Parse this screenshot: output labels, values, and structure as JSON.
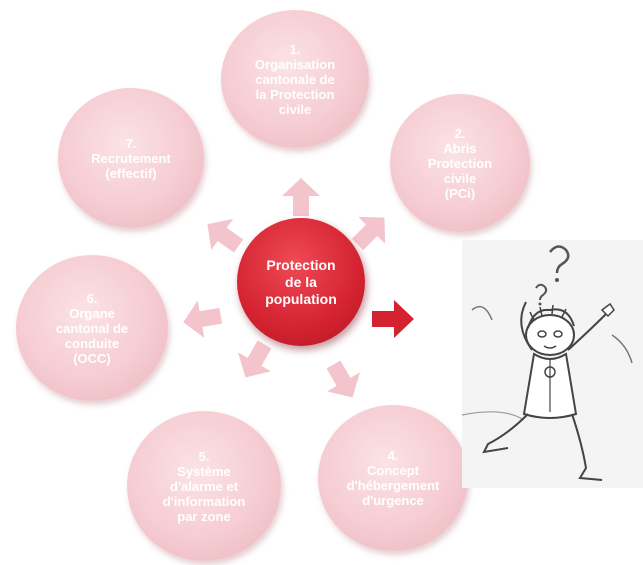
{
  "hub": {
    "label": "Protection\nde la\npopulation",
    "color": "#d42231"
  },
  "petals": [
    {
      "label": "1.\nOrganisation\ncantonale de\nla Protection\ncivile"
    },
    {
      "label": "2.\nAbris\nProtection\ncivile\n(PCi)"
    },
    {
      "label": "4.\nConcept\nd'hébergement\nd'urgence"
    },
    {
      "label": "5.\nSystème\nd'alarme et\nd'information\npar zone"
    },
    {
      "label": "6.\nOrgane\ncantonal de\nconduite\n(OCC)"
    },
    {
      "label": "7.\nRecrutement\n(effectif)"
    }
  ],
  "colors": {
    "petal": "#f5ccd2",
    "arrow_light": "#f3c4cb",
    "arrow_red": "#d42231"
  }
}
